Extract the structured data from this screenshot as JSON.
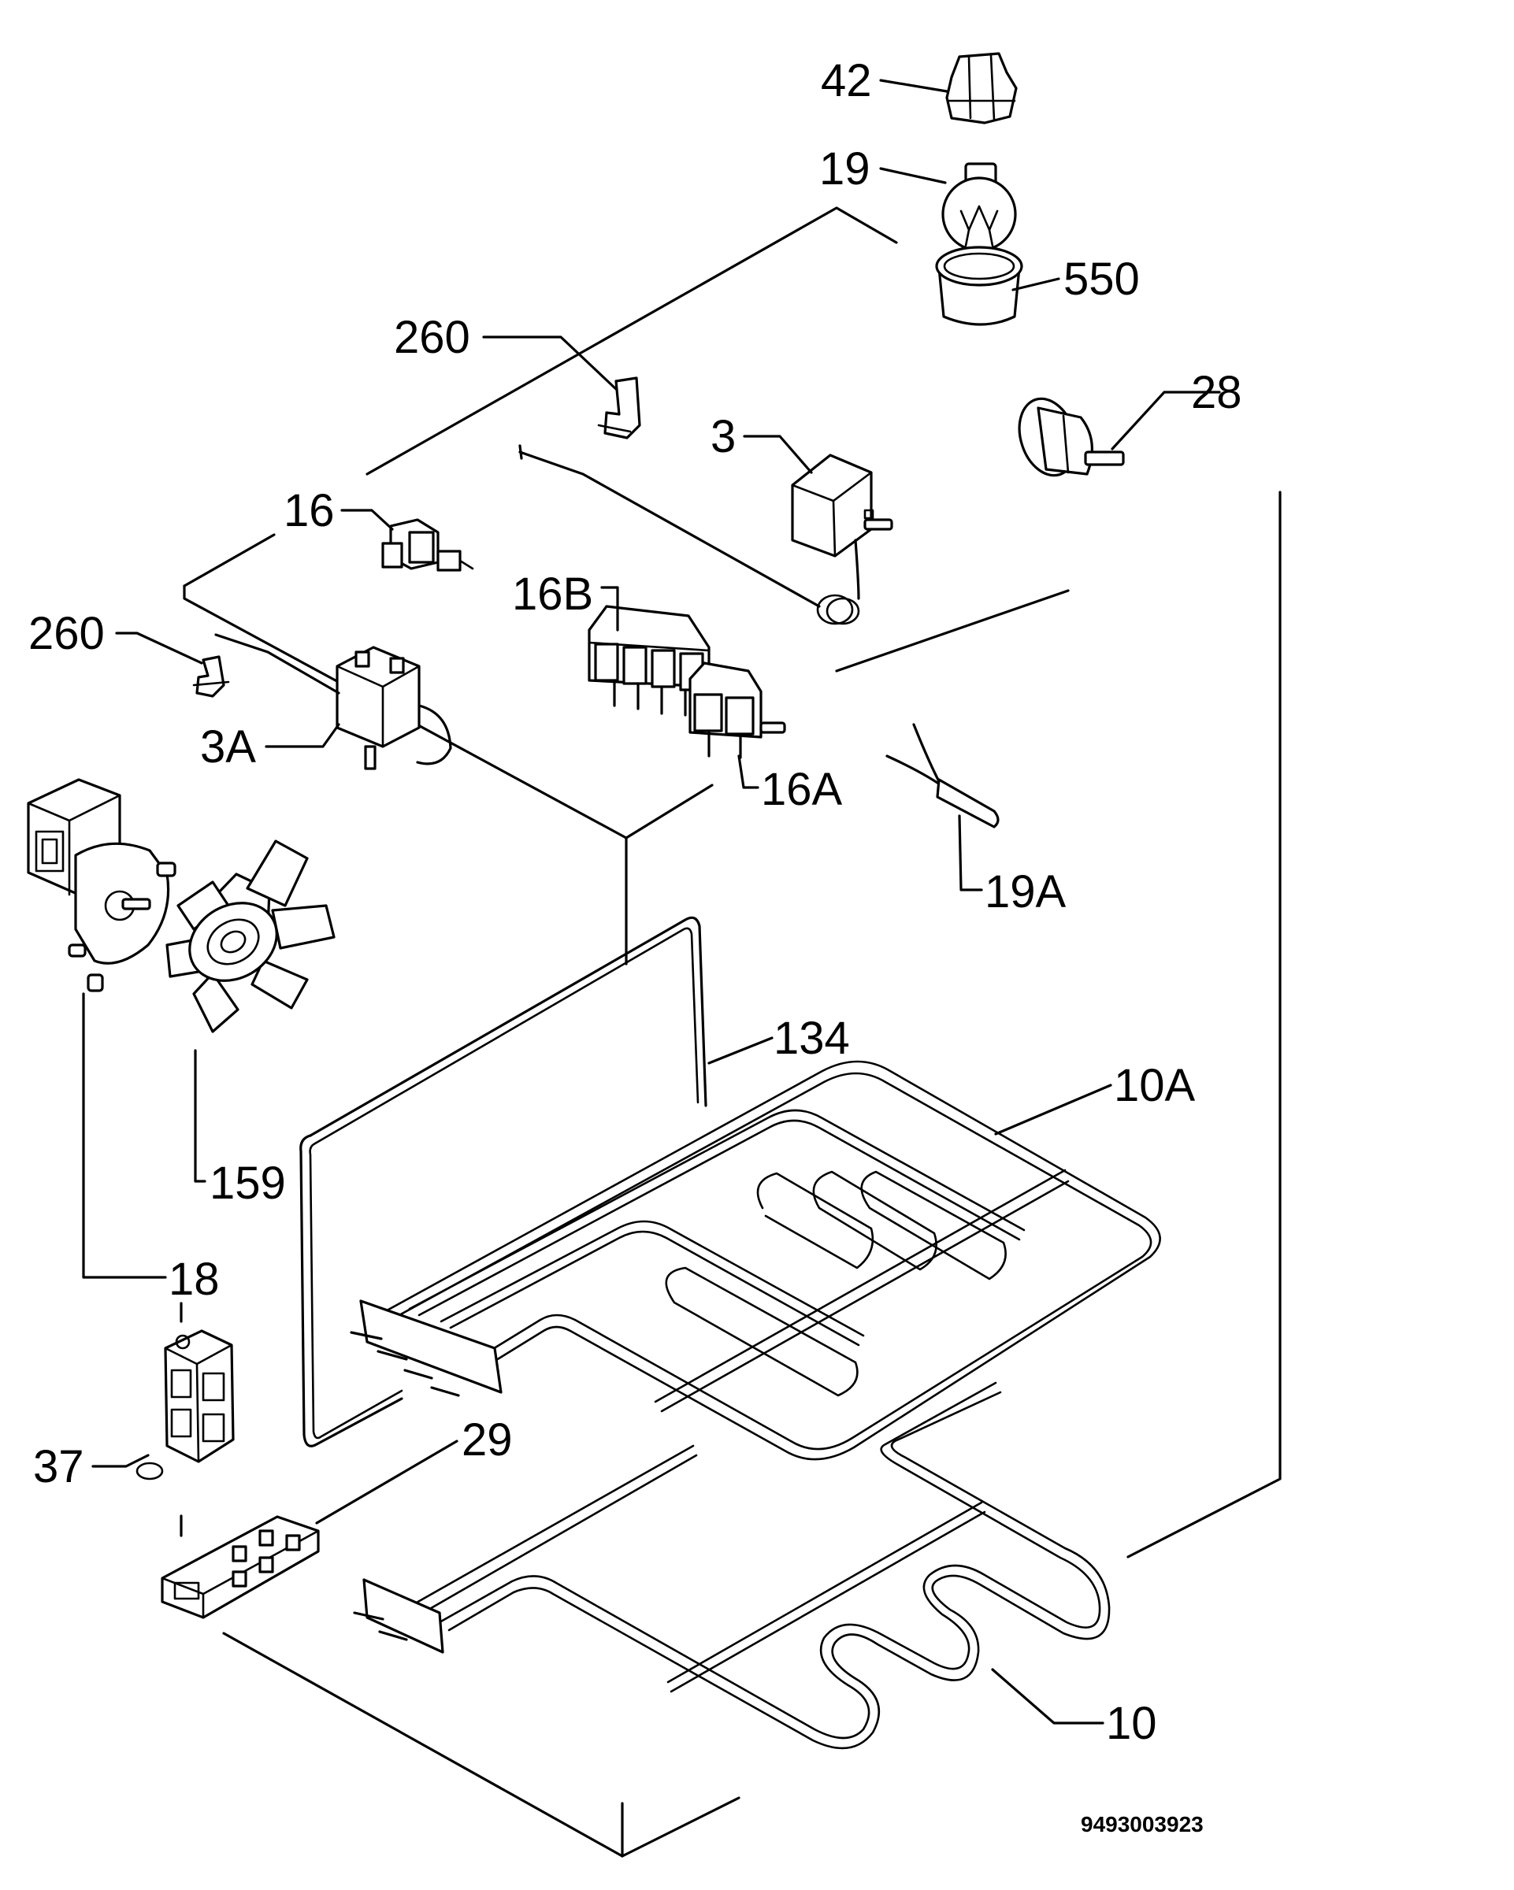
{
  "diagram": {
    "drawing_number": "9493003923",
    "labels": [
      "42",
      "19",
      "550",
      "260",
      "28",
      "3",
      "16",
      "16B",
      "260",
      "3A",
      "16A",
      "19A",
      "134",
      "10A",
      "159",
      "18",
      "37",
      "29",
      "10"
    ]
  }
}
